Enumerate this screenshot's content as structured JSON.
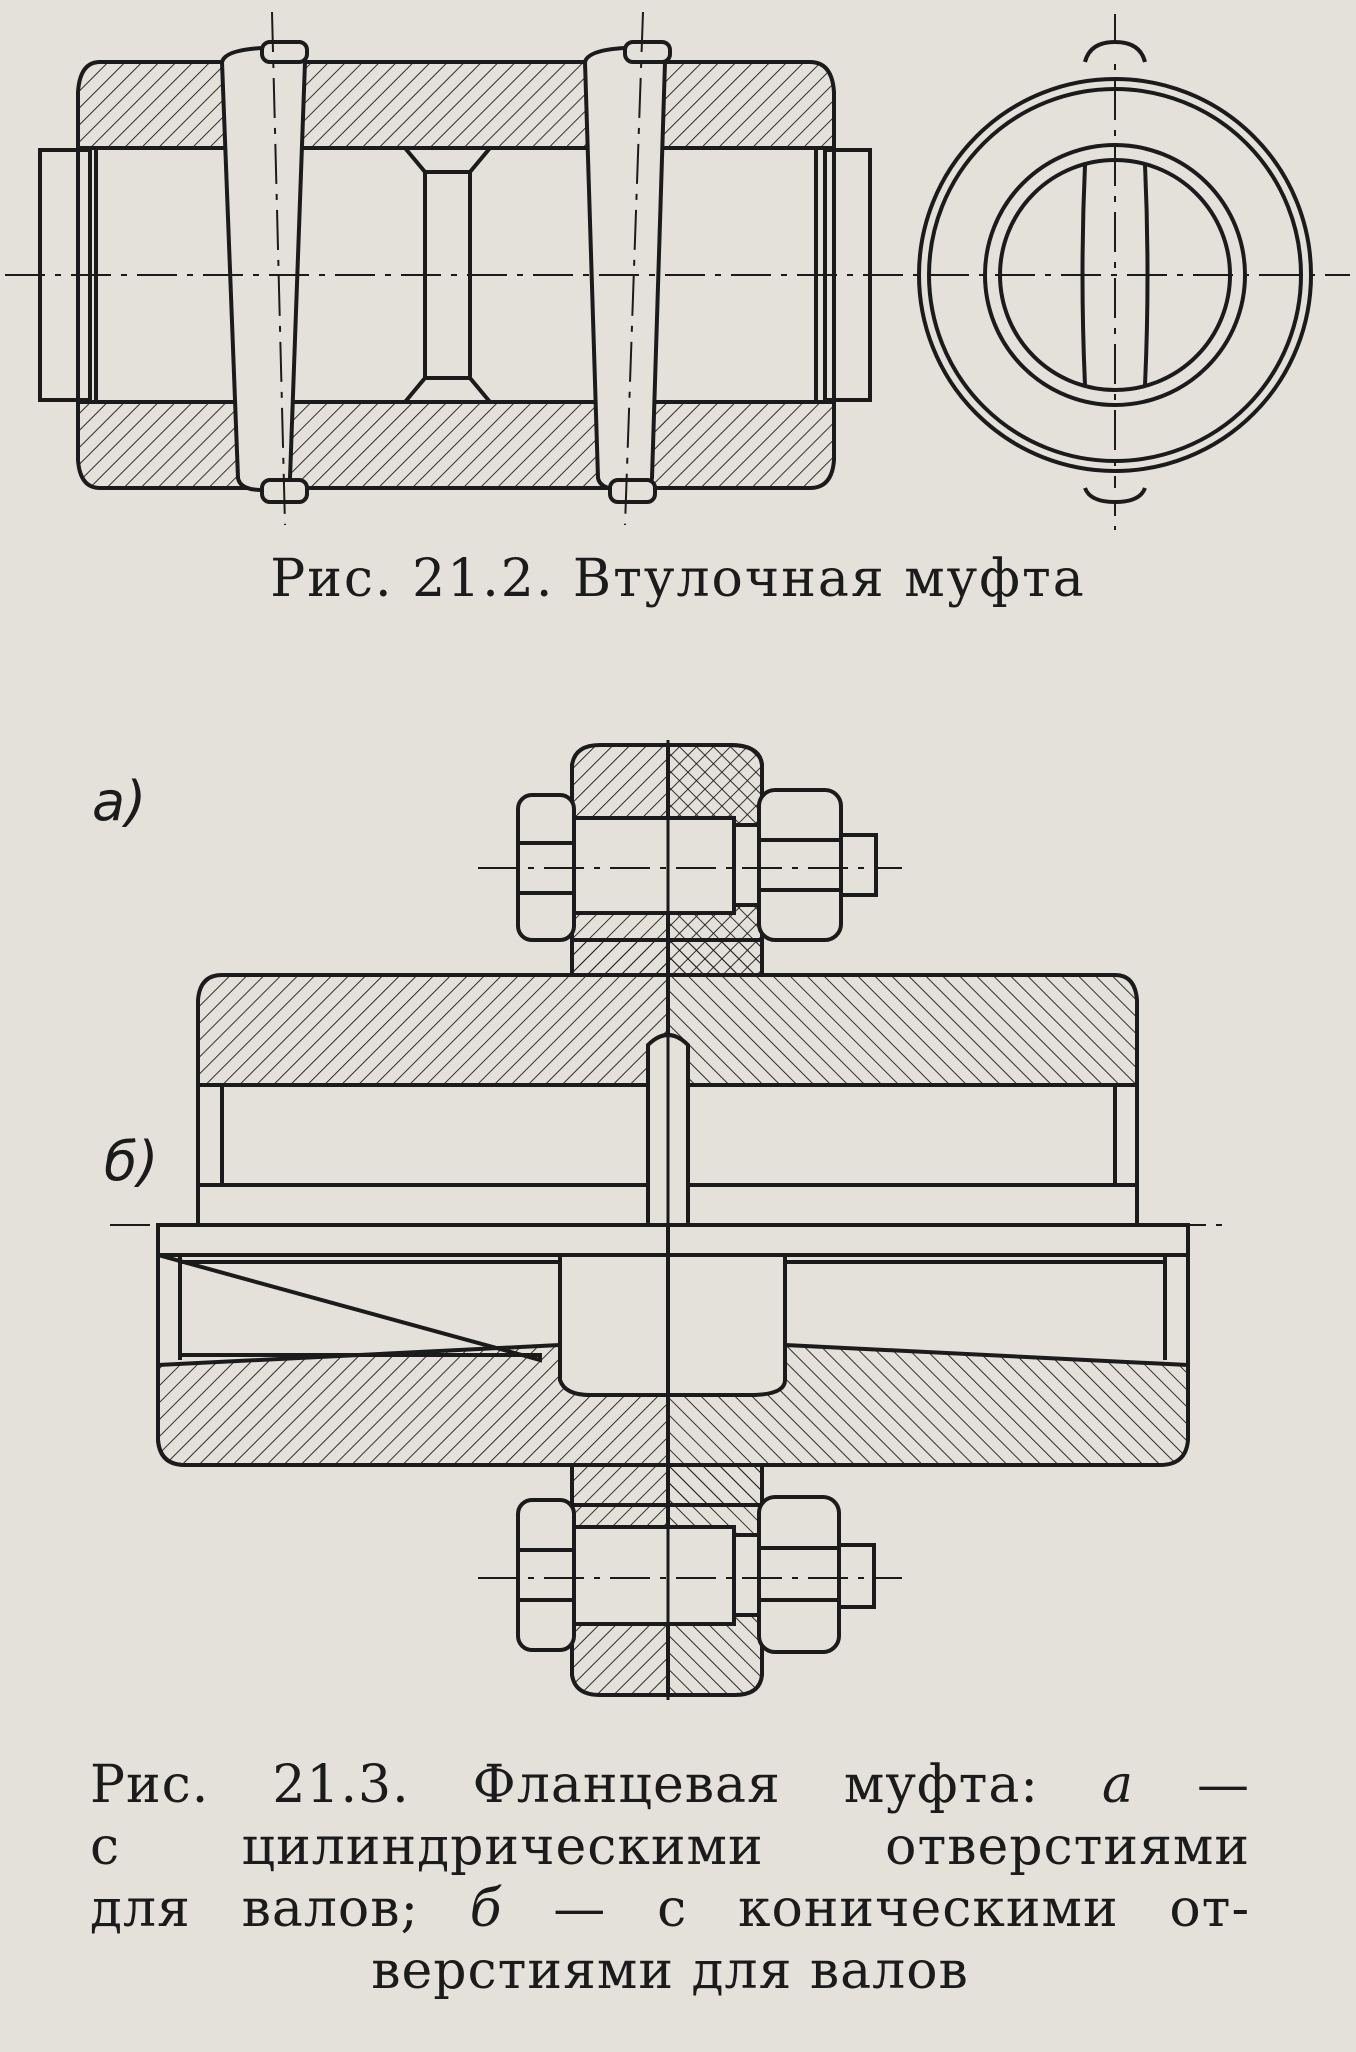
{
  "figure_1": {
    "caption": "Рис. 21.2. Втулочная муфта"
  },
  "figure_2": {
    "label_a": "а)",
    "label_b": "б)",
    "caption_lines": [
      {
        "before": "Рис. 21.3. Фланцевая муфта: ",
        "italic": "а",
        "after": " —"
      },
      {
        "text": "с цилиндрическими отверстиями"
      },
      {
        "before": "для валов; ",
        "italic": "б",
        "after": " — с коническими от-"
      },
      {
        "text": "верстиями для валов"
      }
    ]
  },
  "colors": {
    "paper": "#e4e1da",
    "ink": "#1b1b1b"
  }
}
